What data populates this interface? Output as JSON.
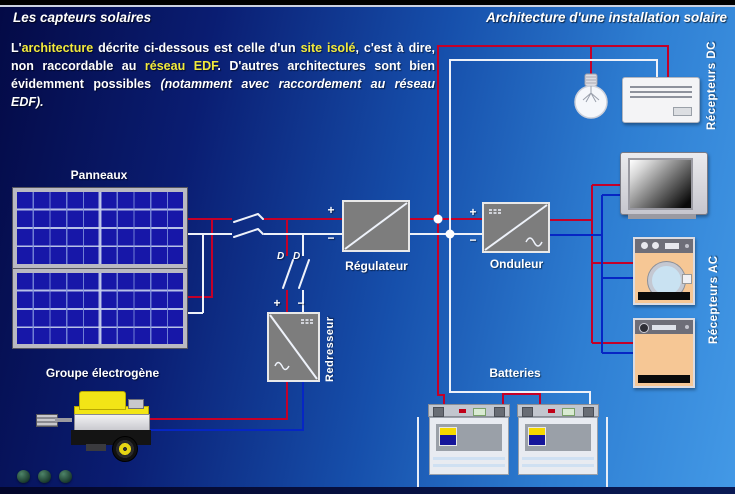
{
  "header": {
    "left_title": "Les capteurs solaires",
    "right_title": "Architecture d'une installation solaire"
  },
  "intro": {
    "seg1": "L'",
    "seg2": "architecture",
    "seg3": " décrite ci-dessous est celle d'un ",
    "seg4": "site isolé",
    "seg5": ", c'est à dire, non raccordable au ",
    "seg6": "réseau EDF",
    "seg7": ". D'autres architectures sont bien évidemment possibles ",
    "seg8": "(notamment avec raccordement au réseau EDF)."
  },
  "diagram": {
    "labels": {
      "panels": "Panneaux",
      "regulator": "Régulateur",
      "inverter": "Onduleur",
      "rectifier": "Redresseur",
      "generator": "Groupe électrogène",
      "batteries": "Batteries",
      "dc_receivers": "Récepteurs DC",
      "ac_receivers": "Récepteurs AC",
      "plus": "+",
      "minus": "−",
      "breaker": "D"
    },
    "colors": {
      "background_dark": "#040a46",
      "background_light": "#4399e6",
      "wire_dc_positive_red": "#c40028",
      "wire_dc_negative_white": "#edf1f9",
      "wire_ac_blue": "#0626c4",
      "highlight_yellow": "#f2ea3c",
      "panel_cell_blue": "#1717a8",
      "converter_box_gray": "#7d7d7d"
    }
  }
}
